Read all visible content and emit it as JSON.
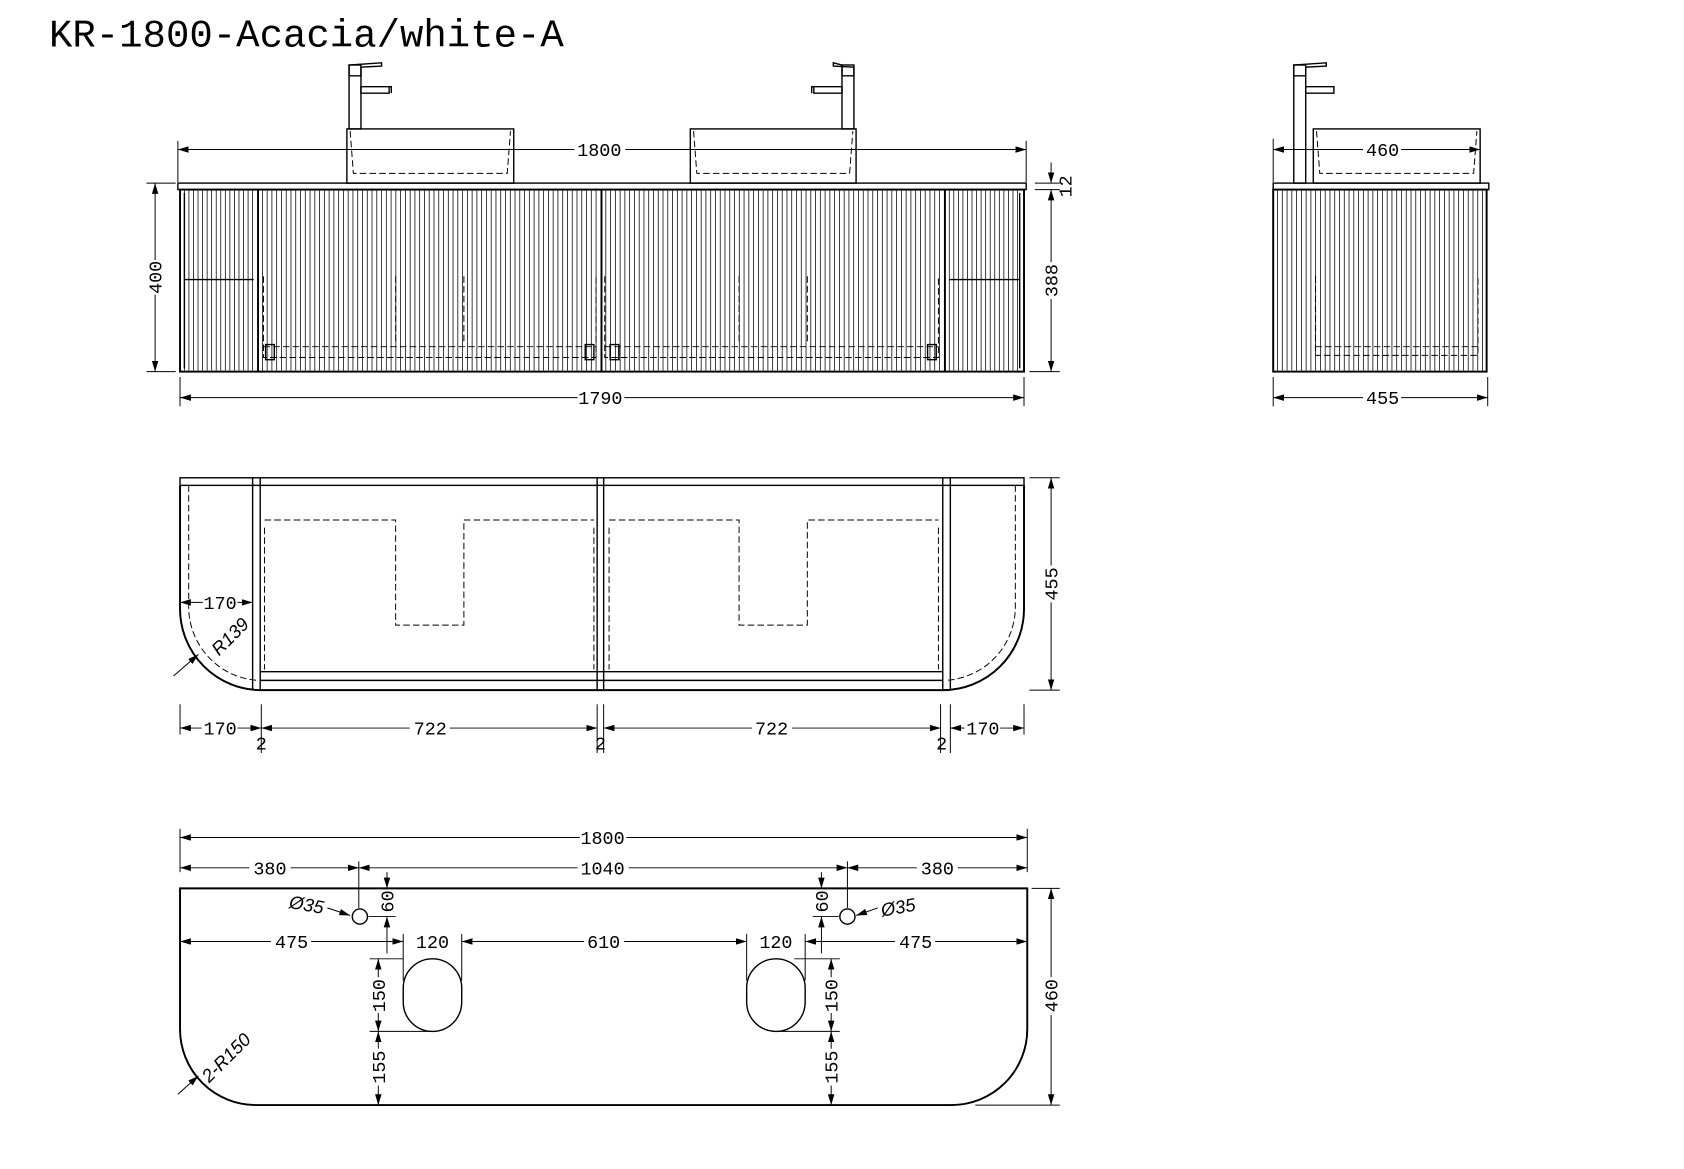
{
  "title": "KR-1800-Acacia/white-A",
  "front_view": {
    "overall_width": "1800",
    "top_thickness": "12",
    "cabinet_height": "388",
    "total_height": "400",
    "cabinet_width": "1790"
  },
  "side_view": {
    "basin_depth": "460",
    "cabinet_depth": "455"
  },
  "plan_view": {
    "depth": "455",
    "side_inner": "170",
    "radius": "R139",
    "bottom_dims": [
      "170",
      "2",
      "722",
      "2",
      "722",
      "2",
      "170"
    ]
  },
  "top_view": {
    "overall": "1800",
    "tap_left_offset": "380",
    "tap_spacing": "1040",
    "tap_right_offset": "380",
    "tap_hole_left": "Ø35",
    "tap_hole_right": "Ø35",
    "tap_from_back_left": "60",
    "tap_from_back_right": "60",
    "waste_left_offset": "475",
    "waste_width_left": "120",
    "waste_spacing": "610",
    "waste_width_right": "120",
    "waste_right_offset": "475",
    "waste_height_left": "150",
    "waste_height_right": "150",
    "waste_from_front_left": "155",
    "waste_from_front_right": "155",
    "depth": "460",
    "corner_radius": "2-R150"
  }
}
